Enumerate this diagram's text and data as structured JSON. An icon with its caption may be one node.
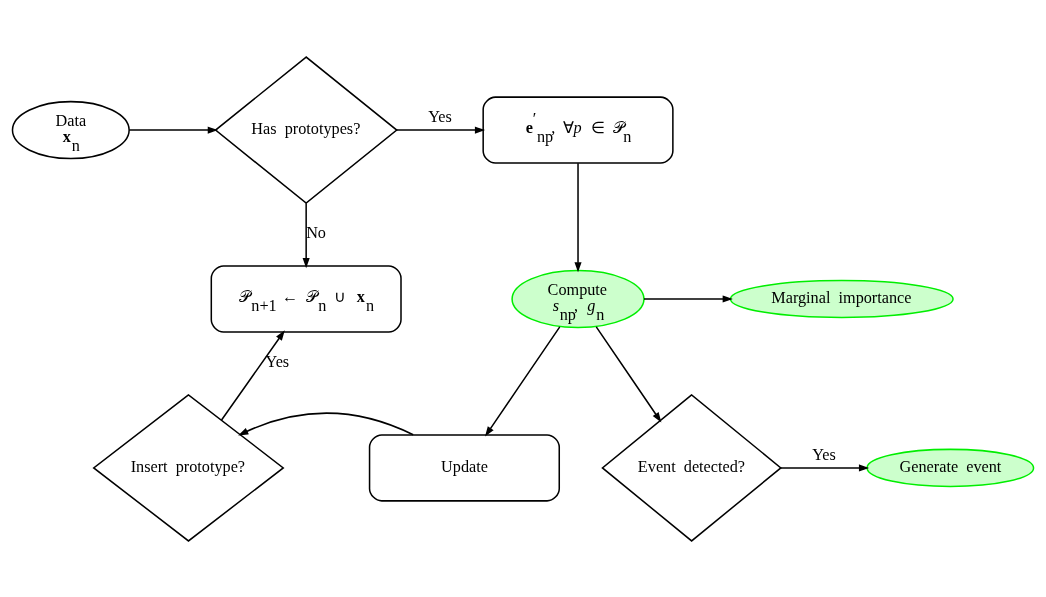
{
  "diagram": {
    "nodes": [
      {
        "text": [
          "Data",
          "**x**$_{n}$"
        ]
      },
      {
        "text": [
          "Has prototypes?"
        ]
      },
      {
        "text": [
          "**e**$^{′}$$_{np}$, ∀*p* ∈ 𝒫$_{n}$"
        ]
      },
      {
        "text": [
          "𝒫$_{n+1}$ ← 𝒫$_{n}$ ∪ **x**$_{n}$"
        ]
      },
      {
        "text": [
          "Compute",
          "*s*$_{np}$, *g*$_{n}$"
        ]
      },
      {
        "text": [
          "Marginal importance"
        ]
      },
      {
        "text": [
          "Insert prototype?"
        ]
      },
      {
        "text": [
          "Update"
        ]
      },
      {
        "text": [
          "Event detected?"
        ]
      },
      {
        "text": [
          "Generate event"
        ]
      }
    ],
    "edges": [
      {
        "from": 0,
        "to": 1,
        "arrow": "to"
      },
      {
        "from": 1,
        "to": 2,
        "arrow": "to",
        "label": "Yes"
      },
      {
        "from": 1,
        "to": 3,
        "arrow": "to",
        "label": "No"
      },
      {
        "from": 2,
        "to": 4,
        "arrow": "to"
      },
      {
        "from": 4,
        "to": 5,
        "arrow": "to"
      },
      {
        "from": 4,
        "to": 7,
        "arrow": "to"
      },
      {
        "from": 4,
        "to": 8,
        "arrow": "to"
      },
      {
        "from": 7,
        "to": 6,
        "arrow": "to"
      },
      {
        "from": 6,
        "to": 3,
        "arrow": "to",
        "label": "Yes"
      },
      {
        "from": 8,
        "to": 9,
        "arrow": "to",
        "label": "Yes"
      }
    ]
  }
}
